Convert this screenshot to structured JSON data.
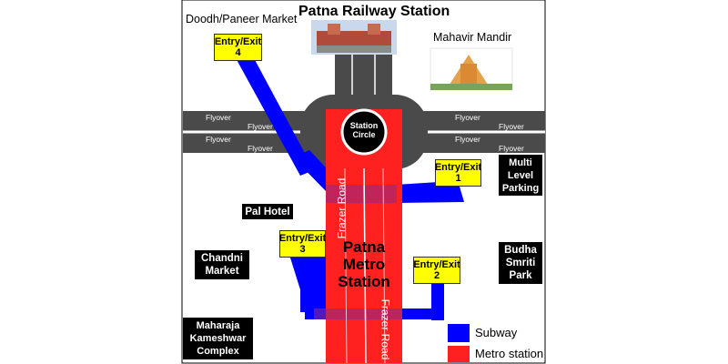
{
  "title": "Patna Railway Station",
  "places": {
    "doodh_paneer_market": "Doodh/Paneer Market",
    "mahavir_mandir": "Mahavir Mandir",
    "pal_hotel": "Pal Hotel",
    "chandni_market": "Chandni Market",
    "maharaja_complex": "Maharaja Kameshwar Complex",
    "multi_level_parking": "Multi Level Parking",
    "budha_smriti_park": "Budha Smriti Park"
  },
  "station_circle": "Station Circle",
  "metro_station": "Patna Metro Station",
  "road_name": "Frazer Road",
  "flyover": "Flyover",
  "entry_exit_label": "Entry/Exit",
  "entries": {
    "e1": "1",
    "e2": "2",
    "e3": "3",
    "e4": "4"
  },
  "legend": {
    "subway": "Subway",
    "metro": "Metro station"
  },
  "colors": {
    "subway": "#0000ff",
    "metro": "#ff2020",
    "road": "#4a4a4a",
    "entry_box": "#ffff00"
  }
}
